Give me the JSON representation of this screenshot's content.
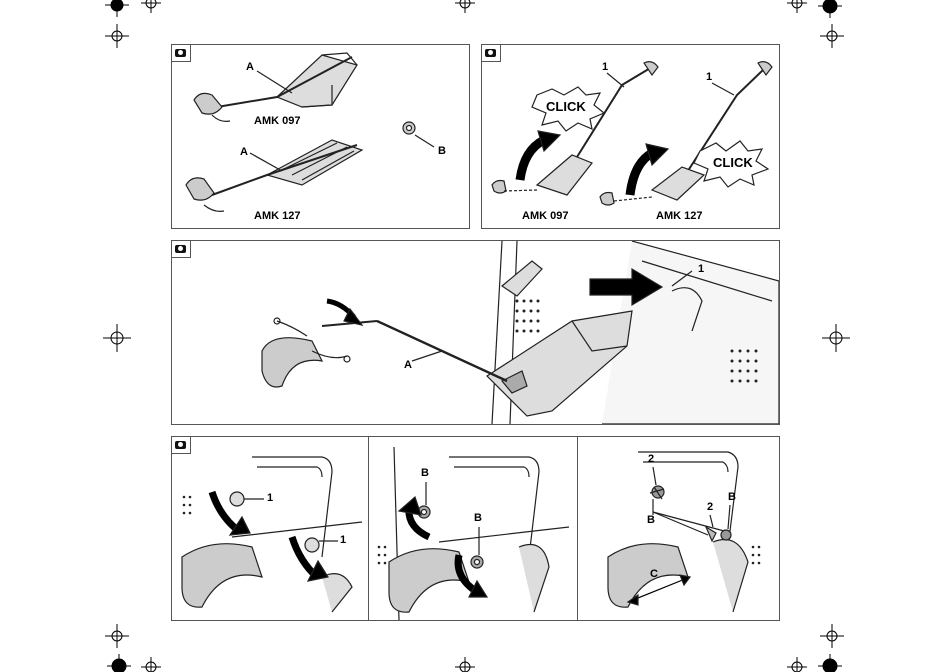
{
  "panel1": {
    "label_a_top": "A",
    "model_top": "AMK 097",
    "label_a_bottom": "A",
    "model_bottom": "AMK 127",
    "label_b": "B"
  },
  "panel2": {
    "num_left": "1",
    "num_right": "1",
    "click_left": "CLICK",
    "click_right": "CLICK",
    "model_left": "AMK 097",
    "model_right": "AMK 127"
  },
  "panel3": {
    "num": "1",
    "label_a": "A"
  },
  "panel4": {
    "num_top": "1",
    "num_bottom": "1"
  },
  "panel5": {
    "label_b_top": "B",
    "label_b_bottom": "B"
  },
  "panel6": {
    "num_left": "2",
    "label_b_left": "B",
    "num_mid": "2",
    "label_b_right": "B",
    "label_c": "C"
  }
}
